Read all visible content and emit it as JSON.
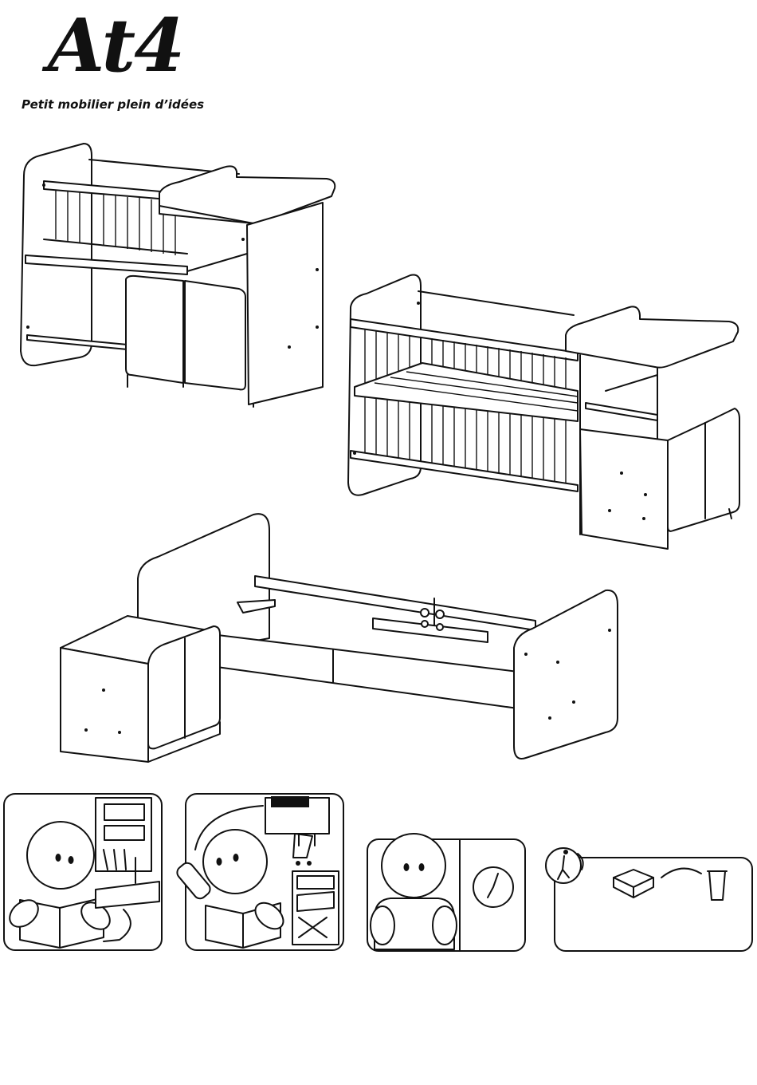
{
  "brand": {
    "logo_text": "At4",
    "tagline": "Petit mobilier plein d’idées"
  },
  "illustrations": [
    {
      "id": "configuration-1",
      "icon": "combo-crib-changing-table"
    },
    {
      "id": "configuration-2",
      "icon": "extended-cot-bed"
    },
    {
      "id": "configuration-3",
      "icon": "junior-bed-with-cabinet"
    }
  ],
  "pictograms": [
    {
      "id": "read-instructions-check-parts",
      "icon": "reading-person-icon"
    },
    {
      "id": "contact-retailer-damaged-parts",
      "icon": "phone-person-icon"
    },
    {
      "id": "assembly-time",
      "icon": "clock-person-icon"
    },
    {
      "id": "recycle-packaging",
      "icon": "recycle-icon"
    }
  ],
  "colors": {
    "ink": "#111111",
    "paper": "#ffffff"
  }
}
